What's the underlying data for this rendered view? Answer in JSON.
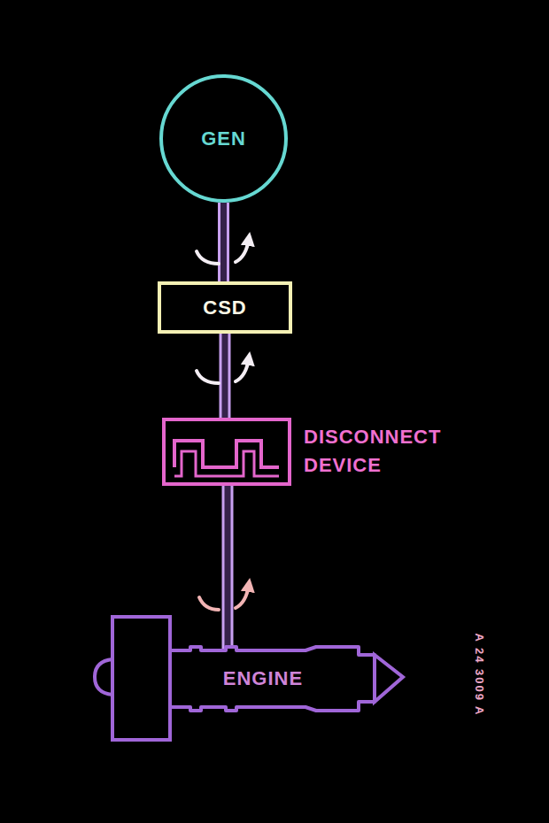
{
  "diagram": {
    "nodes": [
      {
        "text": [
          "GEN"
        ]
      },
      {
        "text": [
          "CSD"
        ]
      },
      {
        "text": [
          "DISCONNECT DEVICE"
        ]
      },
      {
        "text": [
          "ENGINE"
        ]
      }
    ],
    "edges": [
      {
        "from": 0,
        "to": 1,
        "arrow": "none"
      },
      {
        "from": 1,
        "to": 2,
        "arrow": "none"
      },
      {
        "from": 2,
        "to": 3,
        "arrow": "none"
      }
    ],
    "labels": [
      "A 24 3009 A"
    ]
  }
}
